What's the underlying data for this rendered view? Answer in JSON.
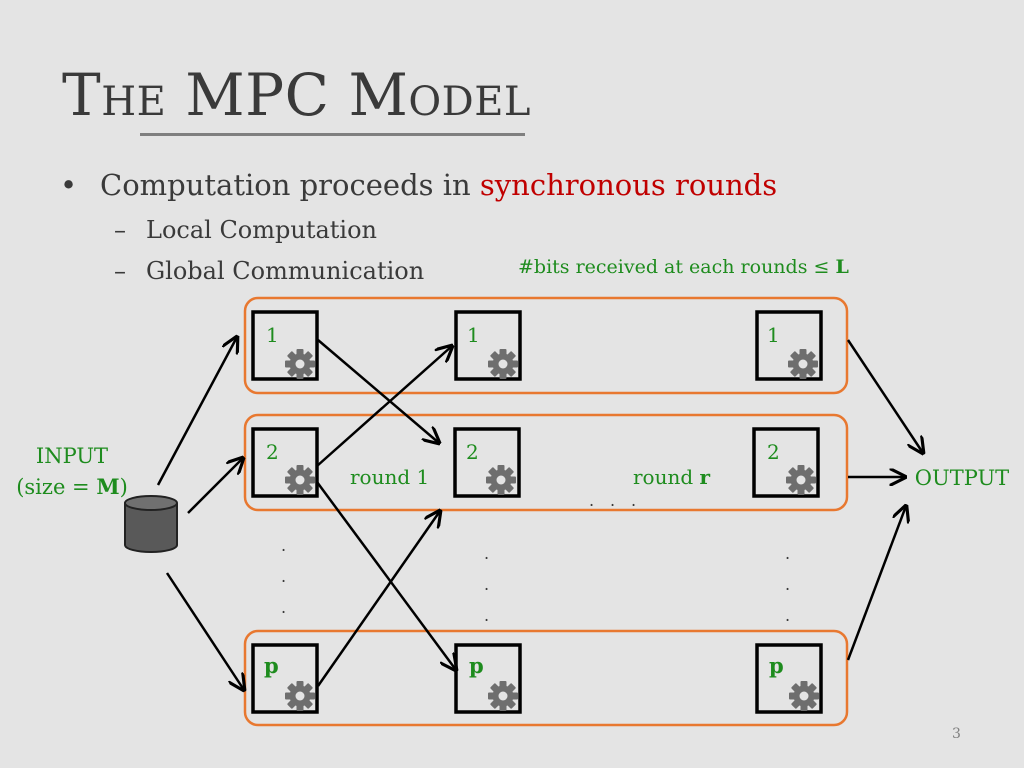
{
  "slide": {
    "title_first": "T",
    "title_first_rest": "HE",
    "title_second": "MPC",
    "title_third": "M",
    "title_third_rest": "ODEL",
    "bullet_symbol": "•",
    "bullet_text": "Computation proceeds in ",
    "bullet_highlight": "synchronous rounds",
    "sub_dash": "–",
    "sub_items": [
      "Local Computation",
      "Global Communication"
    ],
    "note_text": "#bits received at each rounds  ≤ ",
    "note_bold": "L",
    "page_number": "3"
  },
  "diagram": {
    "input_label": "INPUT",
    "input_size_prefix": "(size = ",
    "input_size_var": "M",
    "input_size_suffix": ")",
    "output_label": "OUTPUT",
    "round_1_label": "round 1",
    "round_r_prefix": "round ",
    "round_r_var": "r",
    "machine_labels": [
      "1",
      "2",
      "p"
    ],
    "dots": "."
  },
  "colors": {
    "text": "#3a3a3a",
    "accent_red": "#c00000",
    "label_green": "#1e8c1e",
    "group_outline": "#e87830",
    "background": "#e4e4e4",
    "gear": "#6e6e6e"
  },
  "icons": [
    "gear-icon",
    "database-icon",
    "arrow-icon"
  ]
}
